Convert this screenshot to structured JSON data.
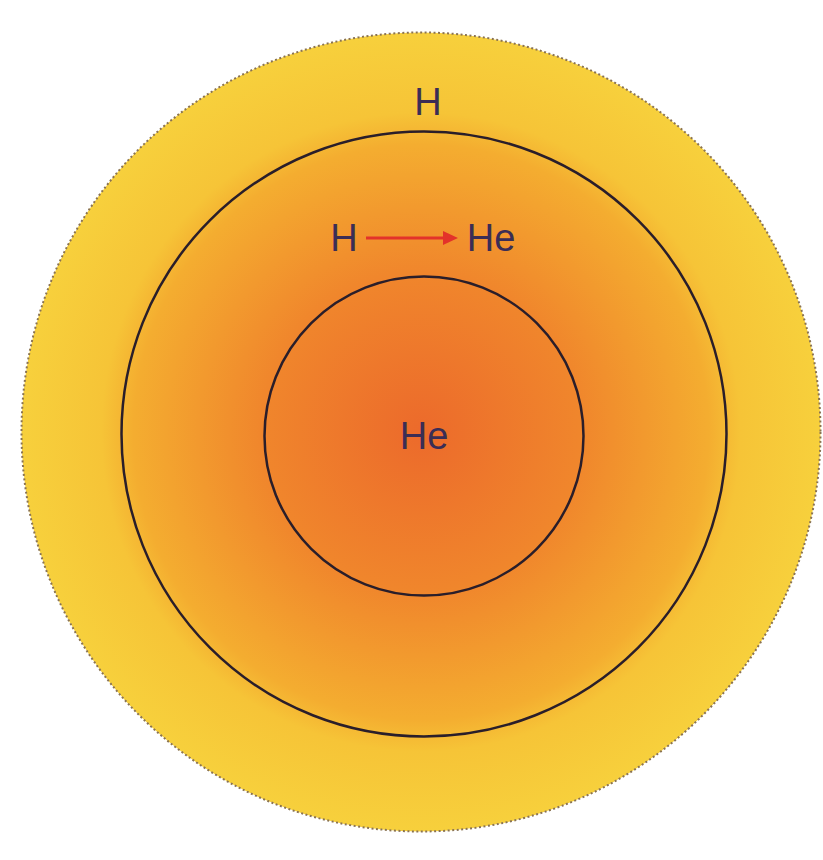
{
  "diagram": {
    "nodes": [
      {
        "text": [
          "H"
        ]
      },
      {
        "text": [
          "H",
          "He"
        ],
        "in": 0
      },
      {
        "text": [
          "He"
        ],
        "in": 1
      }
    ]
  }
}
